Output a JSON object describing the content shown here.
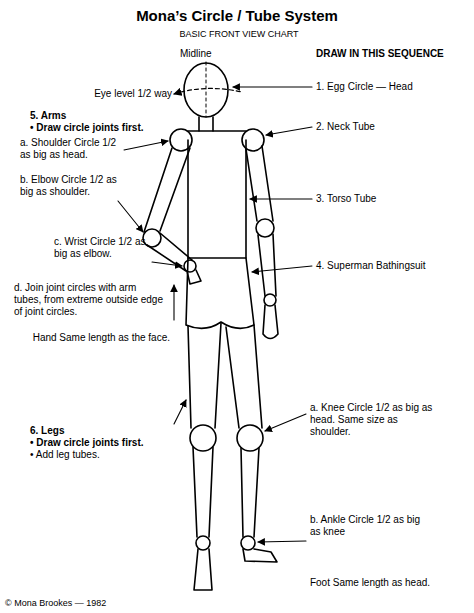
{
  "diagram": {
    "title": "Mona’s Circle / Tube System",
    "labels": [
      "BASIC FRONT VIEW CHART",
      "Midline",
      "DRAW IN THIS SEQUENCE",
      "Eye level 1/2 way",
      "1. Egg Circle — Head",
      "2. Neck Tube",
      "5. Arms",
      "• Draw circle joints first.",
      "a. Shoulder Circle 1/2 as big as head.",
      "b. Elbow Circle 1/2 as big as shoulder.",
      "3. Torso Tube",
      "c. Wrist Circle 1/2 as big as elbow.",
      "4. Superman Bathingsuit",
      "d. Join joint circles with arm tubes, from extreme outside edge of joint circles.",
      "Hand Same length as the face.",
      "6. Legs",
      "• Draw circle joints first.",
      "• Add leg tubes.",
      "a. Knee Circle 1/2 as big as head. Same size as shoulder.",
      "b. Ankle Circle 1/2 as big as knee",
      "Foot Same length as head.",
      "© Mona Brookes — 1982"
    ]
  }
}
